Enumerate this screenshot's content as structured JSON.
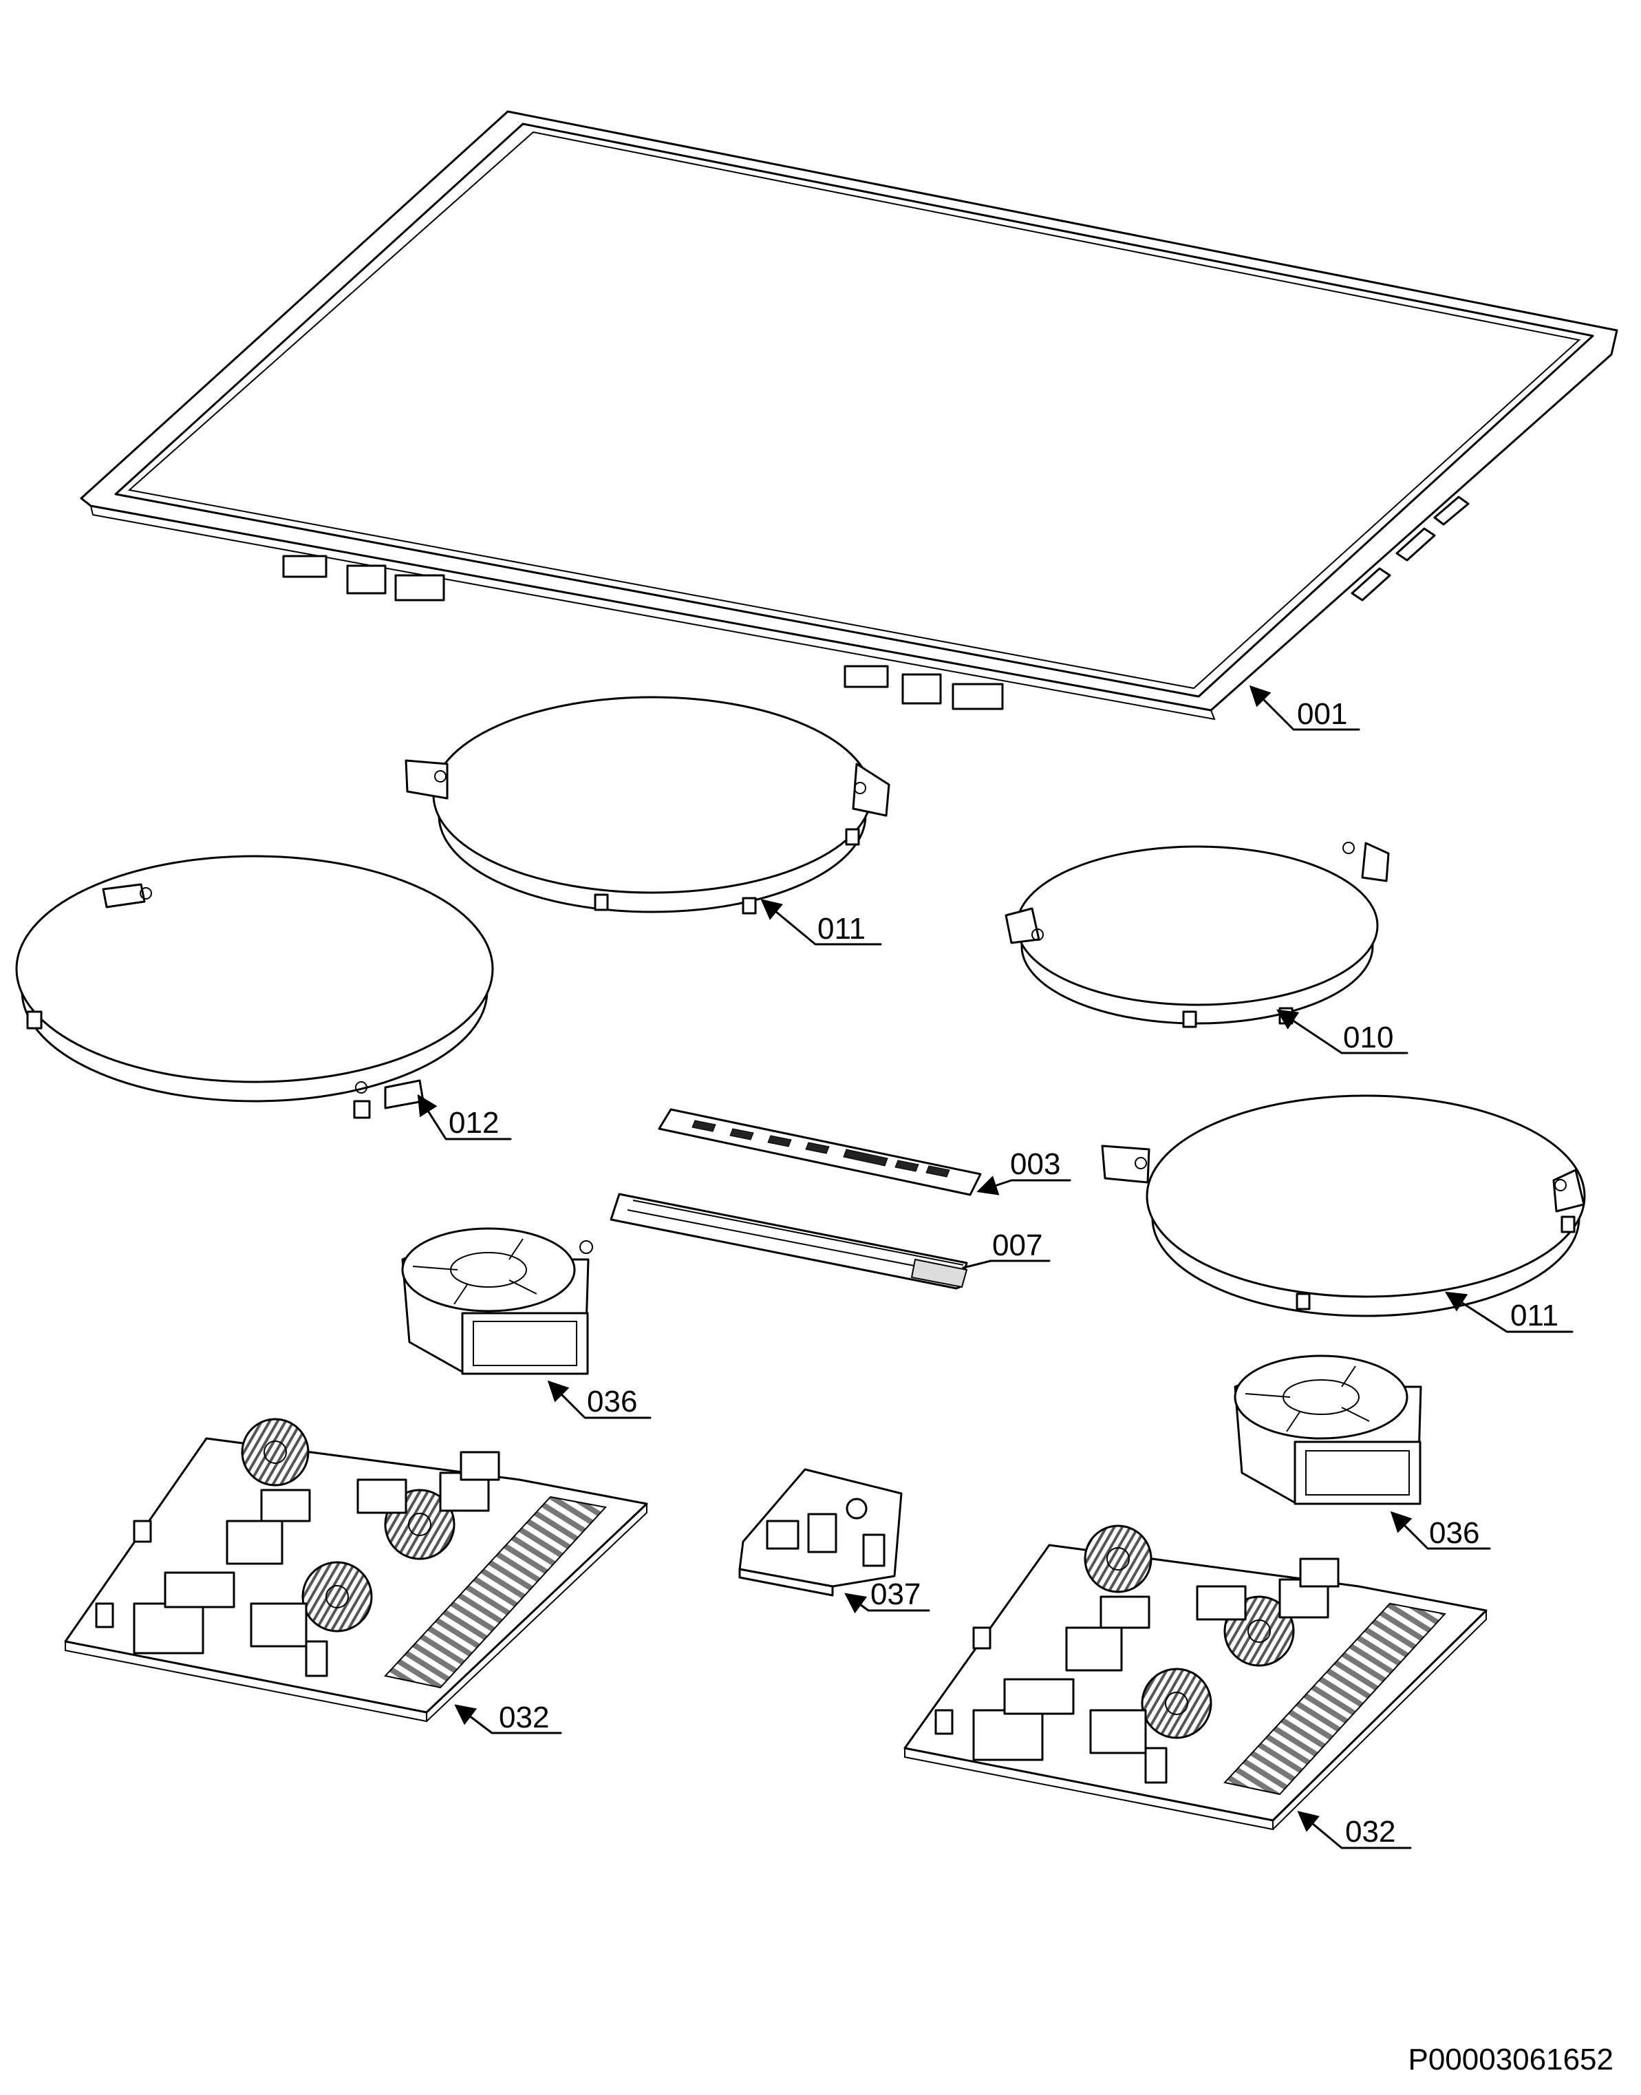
{
  "labels": {
    "hob_frame": "001",
    "zone_top_middle": "011",
    "zone_top_right": "010",
    "zone_left": "012",
    "zone_right": "011",
    "control_board": "003",
    "control_holder": "007",
    "fan_left": "036",
    "fan_right": "036",
    "filter_module": "037",
    "power_board_left": "032",
    "power_board_right": "032"
  },
  "document_id": "P00003061652"
}
